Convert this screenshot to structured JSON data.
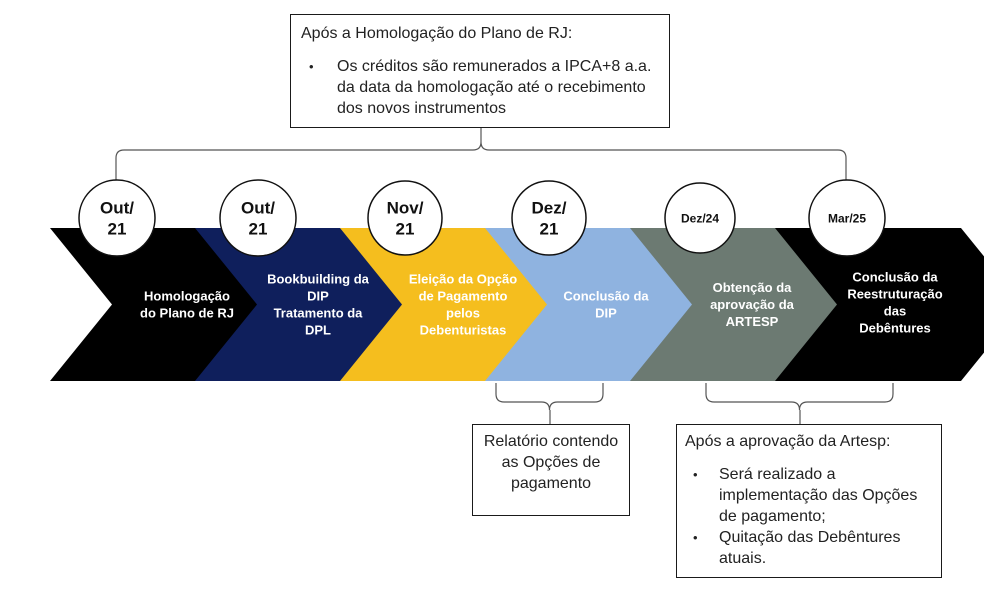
{
  "stages": [
    {
      "date": [
        "Out/",
        "21"
      ],
      "label": [
        "Homologação",
        "do Plano de RJ"
      ],
      "fill": "#000000",
      "text_color": "#ffffff"
    },
    {
      "date": [
        "Out/",
        "21"
      ],
      "label": [
        "Bookbuilding da",
        "DIP",
        "Tratamento da",
        "DPL"
      ],
      "fill": "#0f1f5c",
      "text_color": "#ffffff"
    },
    {
      "date": [
        "Nov/",
        "21"
      ],
      "label": [
        "Eleição da Opção",
        "de Pagamento",
        "pelos",
        "Debenturistas"
      ],
      "fill": "#f5be1e",
      "text_color": "#ffffff"
    },
    {
      "date": [
        "Dez/",
        "21"
      ],
      "label": [
        "Conclusão da",
        "DIP"
      ],
      "fill": "#8fb3e0",
      "text_color": "#ffffff"
    },
    {
      "date": [
        "Dez/24"
      ],
      "label": [
        "Obtenção da",
        "aprovação da",
        "ARTESP"
      ],
      "fill": "#6c7a72",
      "text_color": "#ffffff"
    },
    {
      "date": [
        "Mar/25"
      ],
      "label": [
        "Conclusão da",
        "Reestruturação",
        "das",
        "Debêntures"
      ],
      "fill": "#000000",
      "text_color": "#ffffff"
    }
  ],
  "notes": {
    "top": {
      "title": "Após a Homologação do Plano de RJ:",
      "bullets": [
        "Os créditos são remunerados a IPCA+8 a.a. da data da homologação até o recebimento dos novos instrumentos"
      ]
    },
    "relatorio": {
      "text": "Relatório contendo as Opções de pagamento"
    },
    "artesp": {
      "title": "Após a aprovação da Artesp:",
      "bullets": [
        "Será realizado a implementação das Opções de pagamento;",
        "Quitação das Debêntures atuais."
      ]
    }
  }
}
